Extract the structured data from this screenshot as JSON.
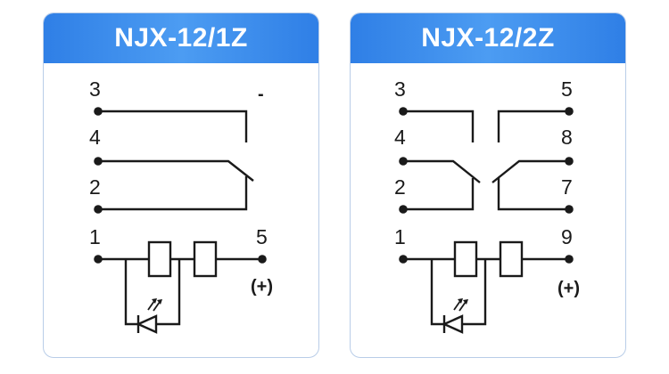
{
  "left": {
    "title": "NJX-12/1Z",
    "pins": {
      "p3": "3",
      "p4": "4",
      "p2": "2",
      "p1": "1",
      "p5": "5"
    },
    "minus_sign": "-",
    "plus_sign": "(+)"
  },
  "right": {
    "title": "NJX-12/2Z",
    "pins": {
      "p3": "3",
      "p4": "4",
      "p2": "2",
      "p1": "1",
      "p5": "5",
      "p8": "8",
      "p7": "7",
      "p9": "9"
    },
    "plus_sign": "(+)"
  },
  "colors": {
    "header_blue": "#3a8cee",
    "card_border": "#b9cde8",
    "line": "#1a1a1a"
  }
}
